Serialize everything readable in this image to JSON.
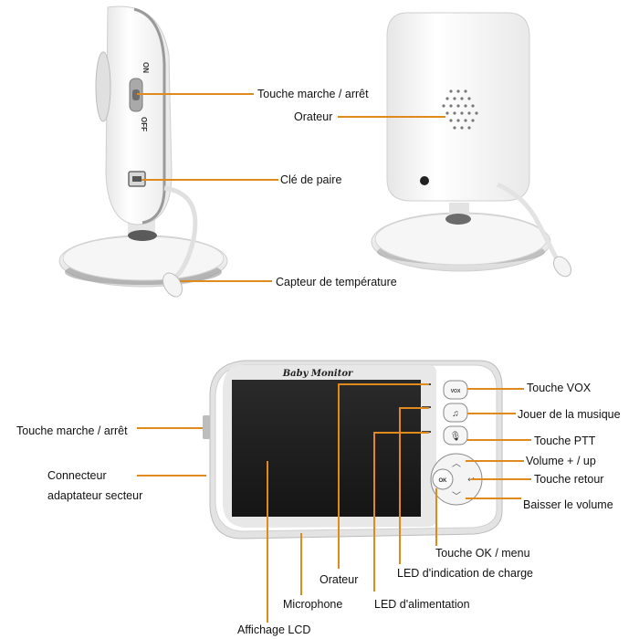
{
  "camera_side": {
    "switch_on_label": "ON",
    "switch_off_label": "OFF"
  },
  "monitor": {
    "brand_text": "Baby Monitor",
    "buttons": {
      "vox": "VOX",
      "ok": "OK"
    }
  },
  "callouts": {
    "power_switch_camera": "Touche marche / arrêt",
    "speaker_camera": "Orateur",
    "pair_key": "Clé de paire",
    "temperature_sensor": "Capteur de température",
    "vox_button": "Touche VOX",
    "play_music": "Jouer de la musique",
    "ptt_button": "Touche PTT",
    "volume_up": "Volume + / up",
    "back_button": "Touche retour",
    "volume_down": "Baisser le volume",
    "ok_menu": "Touche OK / menu",
    "charge_led": "LED d'indication de charge",
    "power_led": "LED d'alimentation",
    "microphone": "Microphone",
    "speaker_monitor": "Orateur",
    "lcd_display": "Affichage LCD",
    "power_switch_monitor": "Touche marche / arrêt",
    "adapter_connector_line1": "Connecteur",
    "adapter_connector_line2": "adaptateur secteur"
  },
  "colors": {
    "leader_line": "#e08a1e",
    "device_white": "#f7f7f7",
    "device_outline": "#c9c9c9",
    "screen": "#222222"
  }
}
